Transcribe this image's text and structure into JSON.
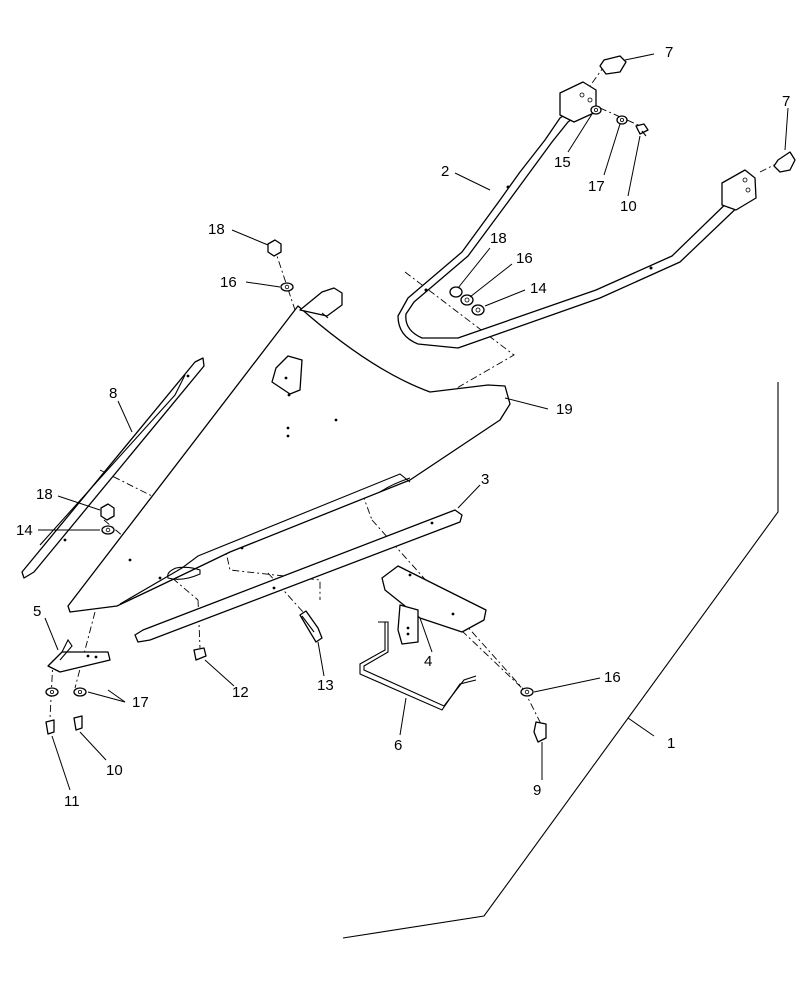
{
  "callouts": {
    "c1": "1",
    "c2": "2",
    "c3": "3",
    "c4": "4",
    "c5": "5",
    "c6": "6",
    "c7a": "7",
    "c7b": "7",
    "c8": "8",
    "c9": "9",
    "c10a": "10",
    "c10b": "10",
    "c11": "11",
    "c12": "12",
    "c13": "13",
    "c14a": "14",
    "c14b": "14",
    "c15": "15",
    "c16a": "16",
    "c16b": "16",
    "c16c": "16",
    "c17a": "17",
    "c17b": "17",
    "c18a": "18",
    "c18b": "18",
    "c18c": "18",
    "c19": "19"
  }
}
